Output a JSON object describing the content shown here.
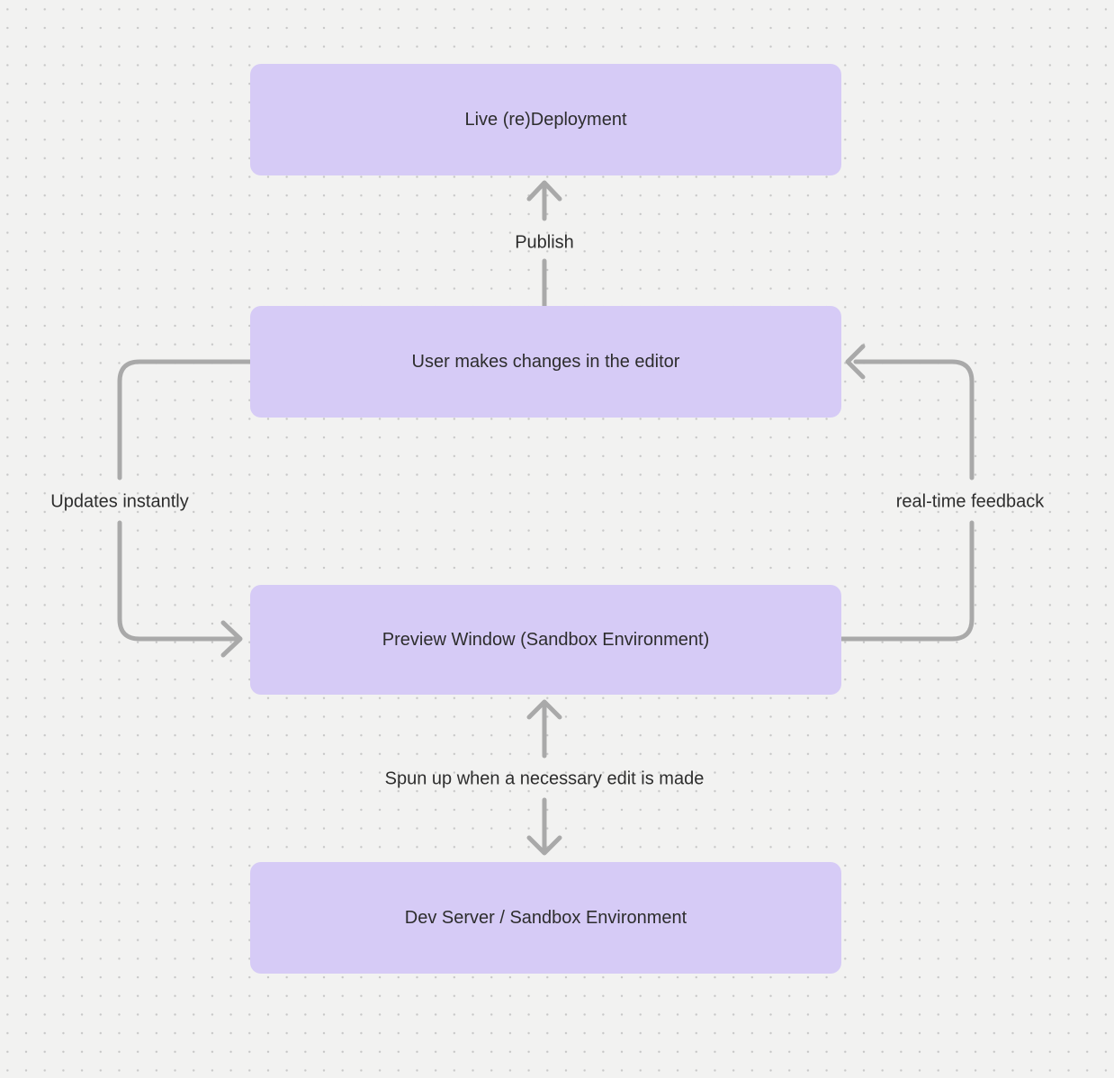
{
  "canvas": {
    "background": "#f2f2f1",
    "dot_color": "#c7c7c7"
  },
  "diagram": {
    "colors": {
      "node_fill": "#d6cbf6",
      "node_text": "#2d2d2d",
      "arrow": "#a9a9a9",
      "edge_label_text": "#2d2d2d"
    },
    "nodes": [
      {
        "id": "live-redeployment",
        "label": "Live (re)Deployment"
      },
      {
        "id": "user-editor",
        "label": "User makes changes in the editor"
      },
      {
        "id": "preview-window",
        "label": "Preview Window (Sandbox Environment)"
      },
      {
        "id": "dev-server",
        "label": "Dev Server / Sandbox Environment"
      }
    ],
    "edges": [
      {
        "id": "publish",
        "label": "Publish",
        "from": "user-editor",
        "to": "live-redeployment"
      },
      {
        "id": "updates-instantly",
        "label": "Updates instantly",
        "from": "user-editor",
        "to": "preview-window"
      },
      {
        "id": "real-time-feedback",
        "label": "real-time feedback",
        "from": "preview-window",
        "to": "user-editor"
      },
      {
        "id": "spun-up",
        "label": "Spun up when a necessary edit is made",
        "from": "preview-window",
        "to": "dev-server",
        "bidirectional": true
      }
    ]
  }
}
